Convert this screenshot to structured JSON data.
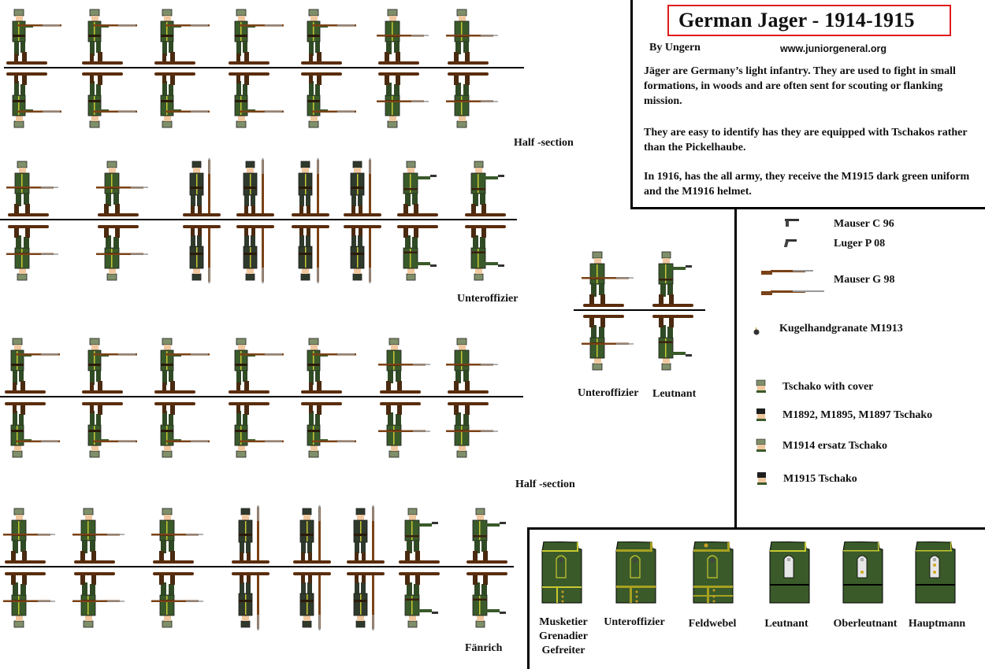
{
  "header": {
    "title": "German Jager - 1914-1915",
    "author": "By Ungern",
    "website": "www.juniorgeneral.org",
    "title_border_color": "#e01b1b"
  },
  "description": {
    "paragraphs": [
      "Jäger are Germany’s light infantry. They are used to fight in small formations, in woods and are often sent for scouting or flanking mission.",
      "They are easy to identify has they are equipped with Tschakos rather than the Pickelhaube.",
      "In 1916, has the all army, they receive the M1915 dark green uniform and the M1916 helmet."
    ]
  },
  "figure_sheet": {
    "rows": [
      {
        "label": "",
        "count": 7
      },
      {
        "label": "Half -section",
        "count": 8
      },
      {
        "label": "Unteroffizier",
        "count": 7
      },
      {
        "label": "Half -section",
        "count": 8
      }
    ],
    "row_labels": {
      "half_section_1": "Half -section",
      "unteroffizier_1": "Unteroffizier",
      "half_section_2": "Half -section",
      "faehnrich": "Fänrich"
    },
    "officers_group": {
      "labels": [
        "Unteroffizier",
        "Leutnant"
      ]
    }
  },
  "weapons_legend": [
    {
      "icon": "pistol-icon",
      "label": "Mauser C 96"
    },
    {
      "icon": "pistol-icon",
      "label": "Luger P 08"
    },
    {
      "icon": "rifle-icon",
      "label": "Mauser G 98"
    },
    {
      "icon": "grenade-icon",
      "label": "Kugelhandgranate M1913"
    }
  ],
  "headgear_legend": [
    {
      "icon": "tschako-cover-icon",
      "label": "Tschako with cover"
    },
    {
      "icon": "tschako-black-icon",
      "label": "M1892, M1895, M1897 Tschako"
    },
    {
      "icon": "tschako-ersatz-icon",
      "label": "M1914 ersatz Tschako"
    },
    {
      "icon": "tschako-m1915-icon",
      "label": "M1915 Tschako"
    }
  ],
  "rank_insignia": [
    {
      "label": "Musketier\nGrenadier\nGefreiter",
      "lines": [
        "Musketier",
        "Grenadier",
        "Gefreiter"
      ]
    },
    {
      "label": "Unteroffizier",
      "lines": [
        "Unteroffizier"
      ]
    },
    {
      "label": "Feldwebel",
      "lines": [
        "Feldwebel"
      ]
    },
    {
      "label": "Leutnant",
      "lines": [
        "Leutnant"
      ]
    },
    {
      "label": "Oberleutnant",
      "lines": [
        "Oberleutnant"
      ]
    },
    {
      "label": "Hauptmann",
      "lines": [
        "Hauptmann"
      ]
    }
  ],
  "colors": {
    "uniform_green": "#3a5a2a",
    "uniform_dark": "#2f3a2c",
    "piping_yellow": "#c8c832",
    "base_brown": "#5a2d0c",
    "rifle_wood": "#7a4216",
    "tschako_cover": "#7f8f6a",
    "tschako_black": "#1e1e1e",
    "shoulder_strap_silver": "#e6e6e6",
    "pip_gold": "#d0a820"
  }
}
